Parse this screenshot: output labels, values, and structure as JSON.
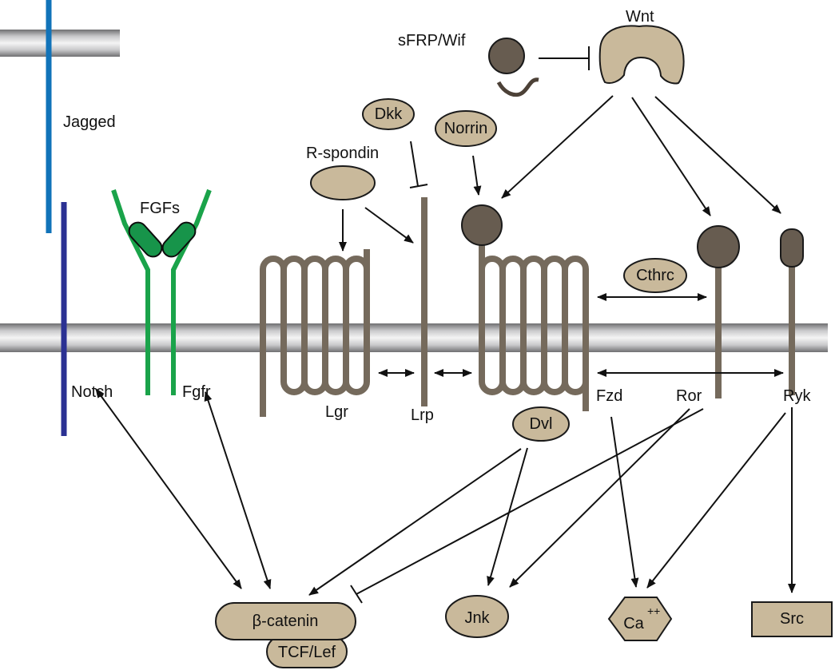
{
  "colors": {
    "membrane": "#b9b9bb",
    "protein_fill": "#c9b99b",
    "receptor": "#756a5c",
    "receptor_dark": "#675c50",
    "jagged": "#1173b9",
    "notch": "#2b3193",
    "fgfr": "#1aa34a",
    "fgf": "#17944a",
    "arrow": "#111111"
  },
  "labels": {
    "jagged": "Jagged",
    "notch": "Notch",
    "fgfs": "FGFs",
    "fgfr": "Fgfr",
    "r_spondin": "R-spondin",
    "lgr": "Lgr",
    "lrp": "Lrp",
    "fzd": "Fzd",
    "ror": "Ror",
    "ryk": "Ryk",
    "wnt": "Wnt",
    "sfrp_wif": "sFRP/Wif"
  },
  "nodes": {
    "dkk": "Dkk",
    "norrin": "Norrin",
    "cthrc": "Cthrc",
    "dvl": "Dvl",
    "beta_catenin": "β-catenin",
    "tcf_lef": "TCF/Lef",
    "jnk": "Jnk",
    "ca": "Ca",
    "ca_charge": "++",
    "src": "Src"
  }
}
